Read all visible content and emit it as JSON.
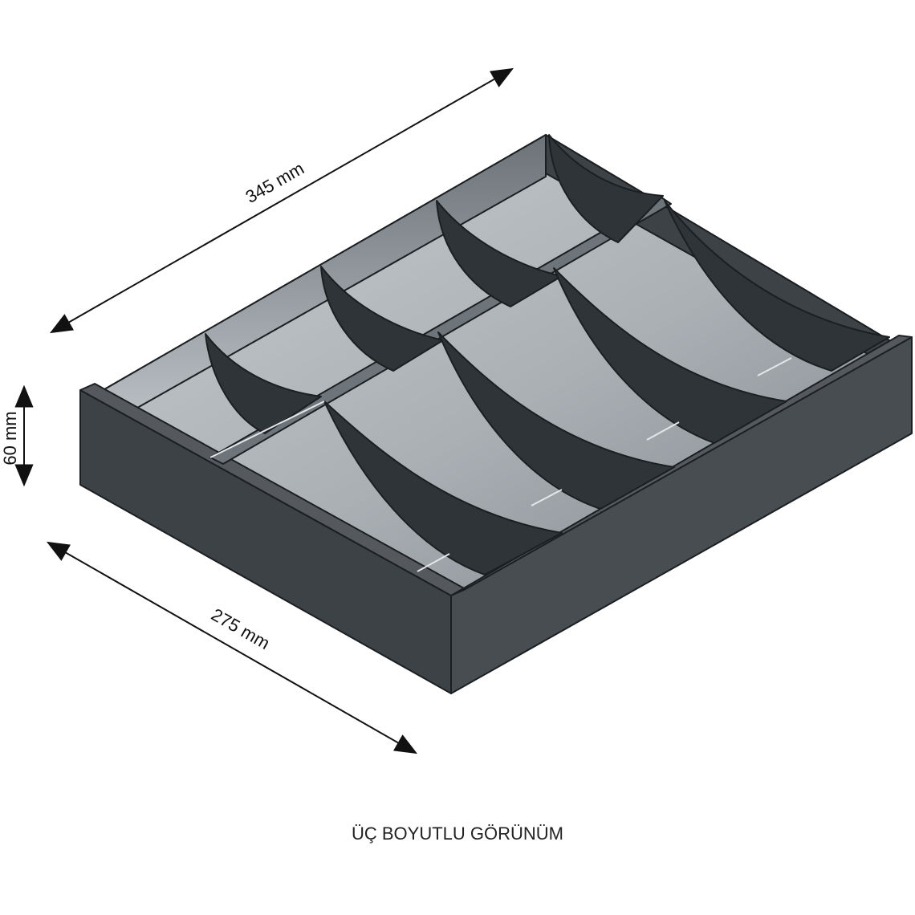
{
  "dimensions": {
    "length": "345  mm",
    "width": "275  mm",
    "height": "60  mm"
  },
  "caption": "ÜÇ BOYUTLU GÖRÜNÜM",
  "colors": {
    "wall": "#3d4247",
    "wall_top_edge": "#55595e",
    "floor_light": "#b7bdc1",
    "floor_shadow": "#8f969b",
    "outline": "#1c1f22",
    "dimension_line": "#111111"
  }
}
